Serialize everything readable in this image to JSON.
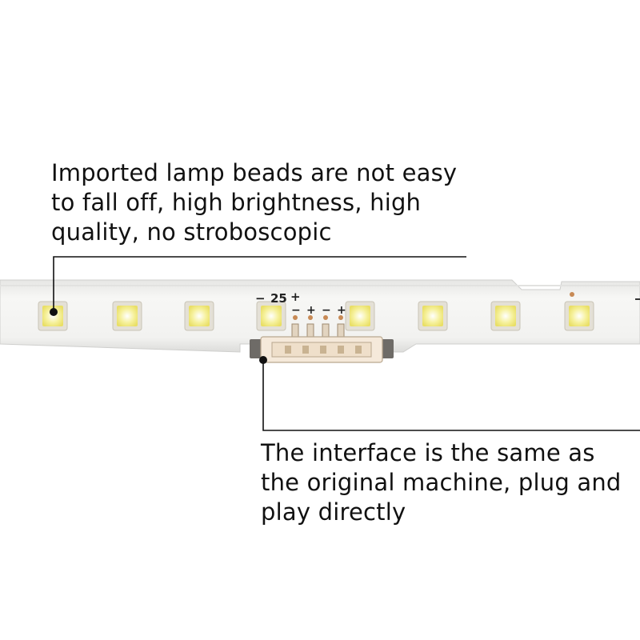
{
  "captions": {
    "top": "Imported lamp beads are not easy to fall off, high brightness, high quality, no stroboscopic",
    "bottom": "The interface is the same as the original machine, plug and play directly"
  },
  "pcb_marks": {
    "minus": "−",
    "number": "25",
    "plus": "+",
    "pin_labels": [
      "−",
      "+",
      "−",
      "+"
    ]
  },
  "colors": {
    "board": "#f1f1ef",
    "led_yellow": "#f0e878",
    "led_frame": "#d9d4c8",
    "connector": "#f5e9da",
    "copper": "#c88a55"
  }
}
